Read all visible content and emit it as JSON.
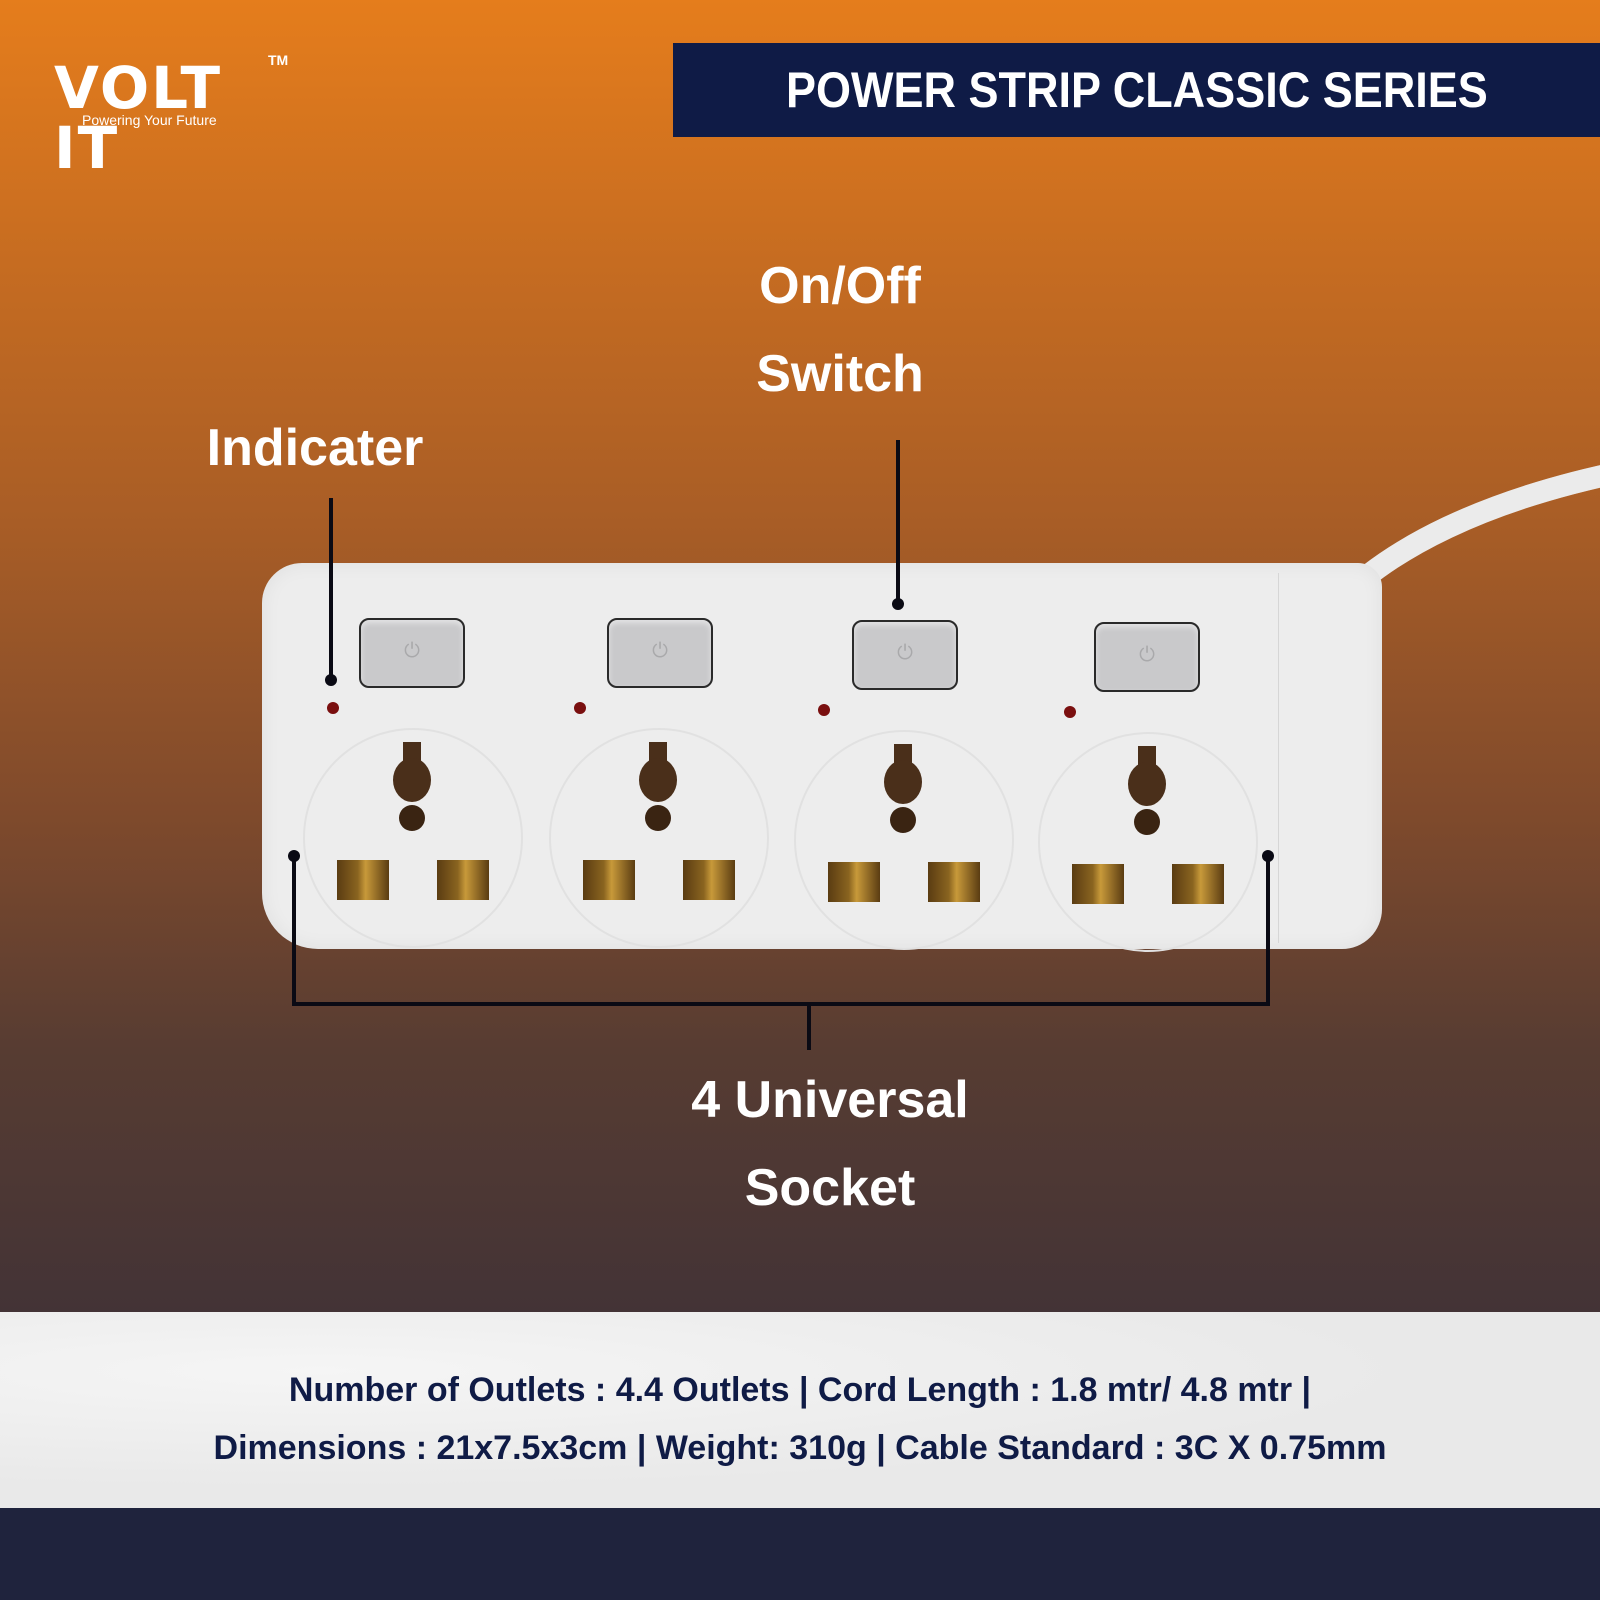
{
  "brand": {
    "name": "VOLT IT",
    "trademark": "TM",
    "tagline": "Powering Your Future"
  },
  "header": {
    "title": "POWER STRIP CLASSIC SERIES"
  },
  "callouts": {
    "indicator": "Indicater",
    "switch_line1": "On/Off",
    "switch_line2": "Switch",
    "sockets_line1": "4 Universal",
    "sockets_line2": "Socket"
  },
  "product": {
    "outlet_count": 4,
    "switch_icon": "power-icon",
    "switch_glyph": "⏻"
  },
  "specs": {
    "line1": "Number of Outlets : 4.4 Outlets | Cord Length : 1.8 mtr/ 4.8 mtr |",
    "line2": "Dimensions : 21x7.5x3cm | Weight: 310g | Cable Standard : 3C X 0.75mm"
  },
  "colors": {
    "navy": "#0f1b46",
    "orange": "#e57d1c",
    "footer": "#1f233d",
    "indicator_led": "#7a0f0f"
  }
}
